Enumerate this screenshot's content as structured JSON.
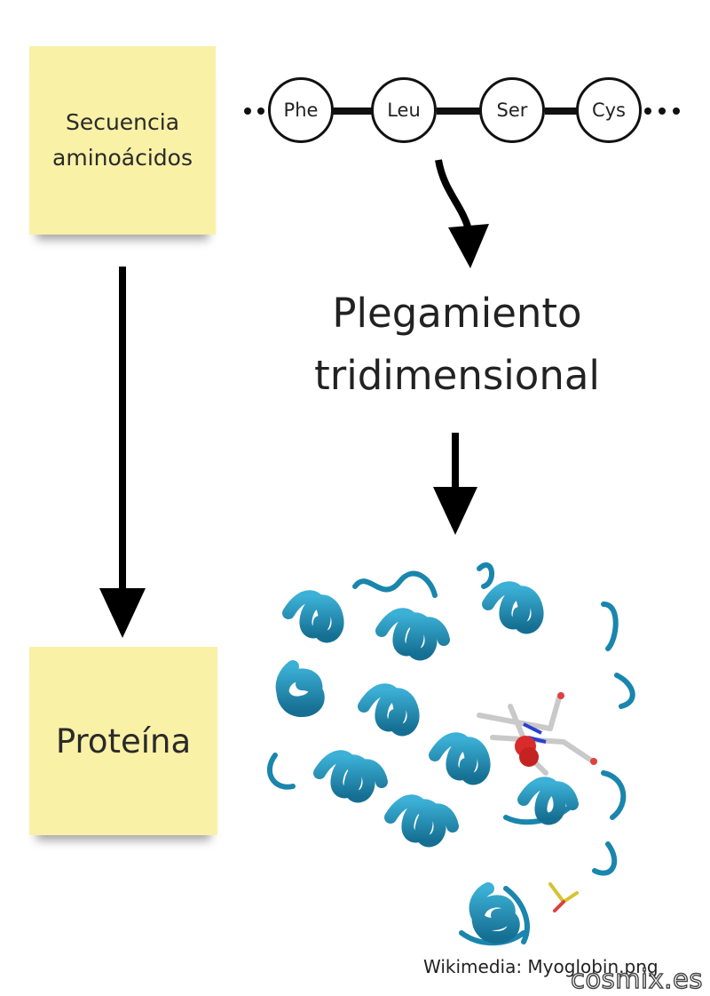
{
  "notes": {
    "sequence": [
      "Secuencia",
      "aminoácidos"
    ],
    "protein": "Proteína"
  },
  "chain": {
    "residues": [
      "Phe",
      "Leu",
      "Ser",
      "Cys"
    ]
  },
  "folding_label": [
    "Plegamiento",
    "tridimensional"
  ],
  "credit": "Wikimedia: Myoglobin.png",
  "watermark": "cosmix.es",
  "colors": {
    "sticky_note": "#f9f1a6",
    "protein_ribbon": "#1e8db3",
    "heme_oxygen": "#e03030"
  }
}
